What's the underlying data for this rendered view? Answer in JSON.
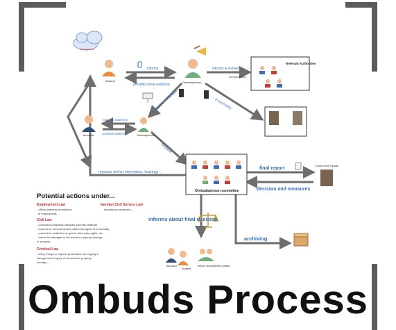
{
  "title": "Ombuds Process",
  "cloud_label": "anonymous",
  "actors": {
    "student": "Student",
    "ombudsperson": "Ombudsperson",
    "accused": "Accused",
    "commission": "Ombudsperson",
    "committee": "Ombudsperson committee",
    "relevant_authorities": "Relevant Authorities",
    "dean": "Dean of the Faculty",
    "accused_party": "Accused",
    "student_final": "Student",
    "further_parties": "further involved third parties"
  },
  "flow": {
    "informs": "informs",
    "provides_more_evidence": "provides more evidence",
    "informs_involves": "informs & involves",
    "if_necessary": "if necessary",
    "request_clarification": "requests clarification",
    "requests_statement": "requests statement",
    "provides_statement": "provides statement",
    "forwards_to": "forwards",
    "requests_further": "requests further information, hearings ...",
    "final_report": "final report",
    "decision_measures": "decision and measures",
    "informs_final": "informs about final decision",
    "archiving": "archiving",
    "no_misconduct": "no misconduct"
  },
  "actions": {
    "heading": "Potential actions under...",
    "employment_law": "Employment Law",
    "employment_text_1": "- official warning, termination",
    "employment_text_2": "of employment, ...",
    "civil_service": "German Civil Service Law",
    "civil_service_text": "disciplinary measures, ...",
    "civil_law": "Civil Law",
    "civil_lines": [
      "- correction unlawfully obtained scientific material",
      "- request for removal and/or patent law rights of personality",
      "- request for restitution of goods, third party rights, etc.",
      "- claims for damages in the event of property damage",
      "  or property"
    ],
    "criminal_law": "Criminal Law",
    "criminal_lines": [
      "- bring charge or request prosecution for copyright",
      "  infringement, forgery of documents, property",
      "  damage, ..."
    ]
  },
  "colors": {
    "arrow": "#6e6e6e",
    "blue_text": "#2f6fc0",
    "red_text": "#d22a2a",
    "bracket": "#5b5b5b"
  },
  "icons": [
    "cloud-icon",
    "person-icon",
    "phone-icon",
    "megaphone-icon",
    "balance-scale-icon",
    "document-icon",
    "archive-box-icon",
    "traffic-light-icon",
    "portrait-icon"
  ]
}
